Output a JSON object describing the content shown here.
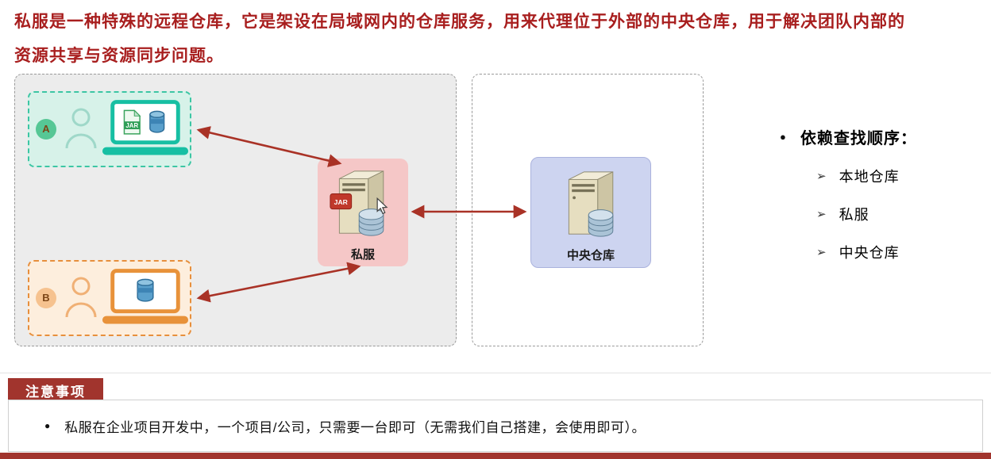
{
  "intro": {
    "line1": "私服是一种特殊的远程仓库，它是架设在局域网内的仓库服务，用来代理位于外部的中央仓库，用于解决团队内部的",
    "line2": "资源共享与资源同步问题。"
  },
  "diagram": {
    "user_a": {
      "badge": "A"
    },
    "user_b": {
      "badge": "B"
    },
    "private_server": {
      "label": "私服"
    },
    "central_repo": {
      "label": "中央仓库"
    },
    "jar_label": "JAR"
  },
  "lookup": {
    "bullet": "●",
    "title": "依赖查找顺序：",
    "items": [
      {
        "marker": "➢",
        "label": "本地仓库"
      },
      {
        "marker": "➢",
        "label": "私服"
      },
      {
        "marker": "➢",
        "label": "中央仓库"
      }
    ]
  },
  "notes": {
    "header": "注意事项",
    "bullet": "●",
    "text": "私服在企业项目开发中，一个项目/公司，只需要一台即可（无需我们自己搭建，会使用即可）。"
  },
  "colors": {
    "heading_red": "#a81e1e",
    "arrow_red": "#a93226",
    "accent_red": "#a1342d",
    "teal": "#17bfa3",
    "orange": "#e8923a",
    "private_server_pink": "#f5c7c7",
    "central_repo_blue": "#cdd4f0"
  }
}
